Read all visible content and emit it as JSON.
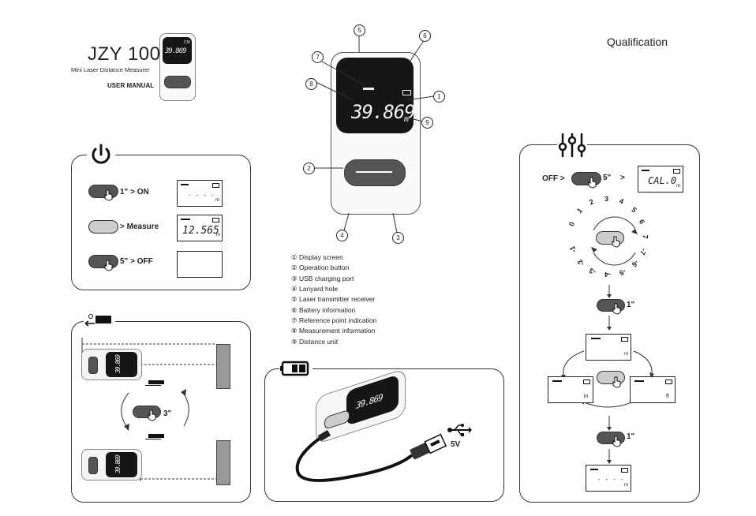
{
  "header": {
    "model": "JZY 100",
    "subtitle": "Mini Laser Distance Measurer",
    "manual": "USER MANUAL",
    "qualification": "Qualification",
    "device_reading": "39.869",
    "device_badge": "CM"
  },
  "device_diagram": {
    "reading": "39.869",
    "unit": "m",
    "callouts": [
      "1",
      "2",
      "3",
      "4",
      "5",
      "6",
      "7",
      "8",
      "9"
    ],
    "legend": [
      "① Display screen",
      "② Operation button",
      "③ USB charging port",
      "④ Lanyard hole",
      "⑤ Laser transmitter receiver",
      "⑥ Battery information",
      "⑦ Reference point indication",
      "⑧ Measurement information",
      "⑨ Distance unit"
    ]
  },
  "power_panel": {
    "icon": "power-icon",
    "rows": [
      {
        "label": "1\" > ON",
        "screen": "- - - -",
        "unit": "m"
      },
      {
        "label": "> Measure",
        "screen": "12.565",
        "unit": "m"
      },
      {
        "label": "5\" > OFF",
        "screen": "",
        "unit": ""
      }
    ]
  },
  "reference_panel": {
    "icon": "reference-point-icon",
    "hold_label": "3\"",
    "device_reading": "39.869"
  },
  "charging_panel": {
    "icon": "battery-icon",
    "usb_icon": "usb-icon",
    "voltage": "5V",
    "device_reading": "39.869"
  },
  "settings_panel": {
    "icon": "settings-sliders-icon",
    "off_label": "OFF >",
    "hold_label": "5\"",
    "arrow": ">",
    "cal_screen": "CAL.0",
    "cal_unit": "m",
    "dial_numbers": [
      "0",
      "1",
      "2",
      "3",
      "4",
      "5",
      "6",
      "7",
      "-1",
      "-2",
      "-3",
      "-4",
      "-5",
      "-6",
      "-7"
    ],
    "press_label_1": "1\"",
    "press_label_2": "1\"",
    "unit_screens": [
      {
        "unit": "m"
      },
      {
        "unit": "in"
      },
      {
        "unit": "ft"
      }
    ],
    "final_screen": "- - - -",
    "final_unit": "m"
  },
  "colors": {
    "lcd": "#161616",
    "button_dark": "#555555",
    "button_light": "#cccccc",
    "target": "#999999"
  }
}
